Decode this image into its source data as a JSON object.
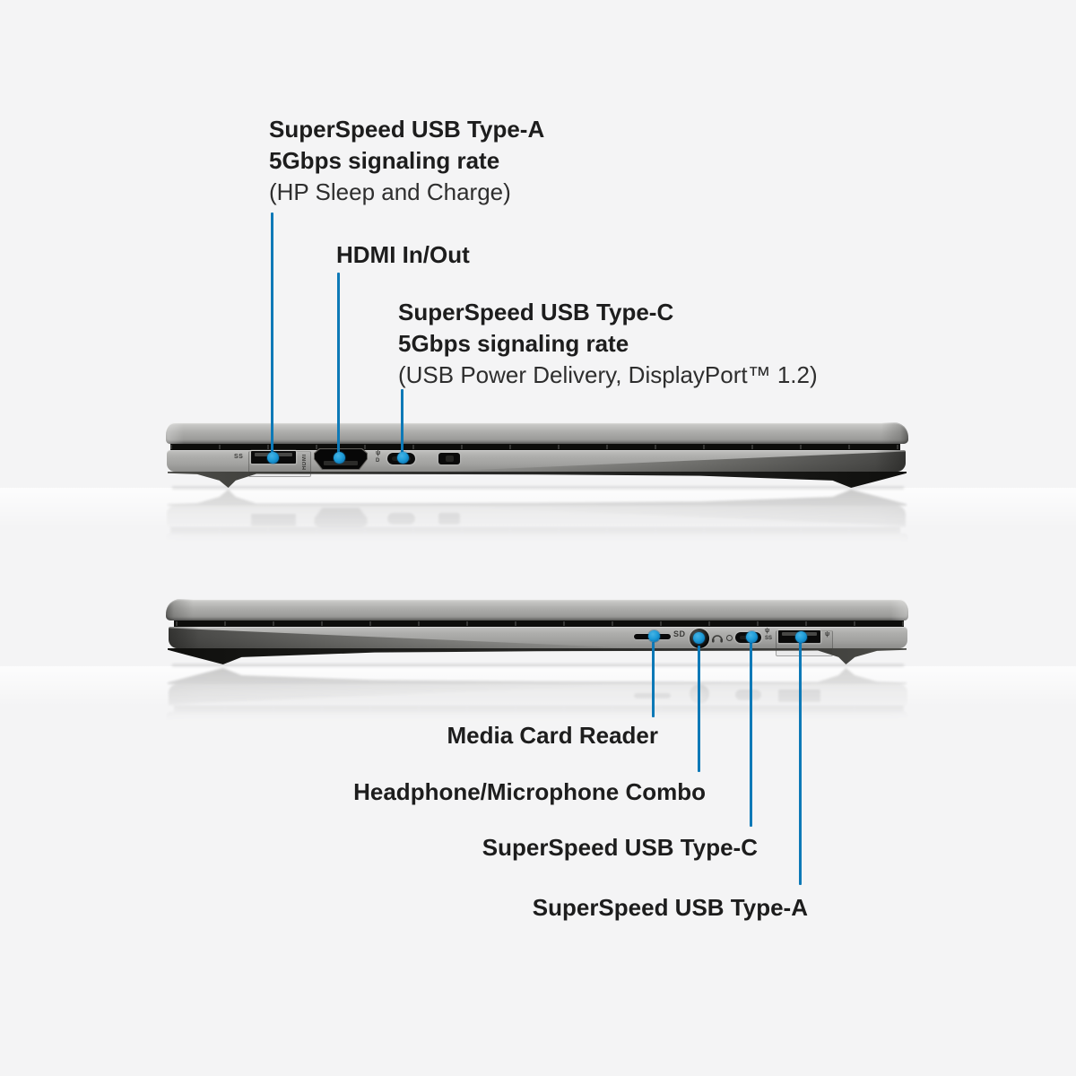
{
  "colors": {
    "background": "#f4f4f5",
    "callout_line": "#0d79b7",
    "callout_dot": "#1e9cd8",
    "label_text": "#1d1d1d",
    "note_text": "#2e2e2e",
    "chassis_silver": "#a9a9a7",
    "chassis_dark": "#121210"
  },
  "top_view": {
    "callouts": {
      "usb_a": {
        "line1": "SuperSpeed USB Type-A",
        "line2": "5Gbps signaling rate",
        "note": "(HP Sleep and Charge)"
      },
      "hdmi": {
        "label": "HDMI In/Out"
      },
      "usb_c": {
        "line1": "SuperSpeed USB Type-C",
        "line2": "5Gbps signaling rate",
        "note": "(USB Power Delivery, DisplayPort™ 1.2)"
      }
    }
  },
  "bottom_view": {
    "callouts": {
      "card_reader": {
        "label": "Media Card Reader"
      },
      "headphone": {
        "label": "Headphone/Microphone Combo"
      },
      "usb_c": {
        "label": "SuperSpeed USB Type-C"
      },
      "usb_a": {
        "label": "SuperSpeed USB Type-A"
      }
    }
  },
  "icons": {
    "ss_etch": "SS",
    "hdmi_etch": "HDMI",
    "sd_label": "SD",
    "usb_trident_glyph": "ψ",
    "dp_glyph": "D"
  }
}
